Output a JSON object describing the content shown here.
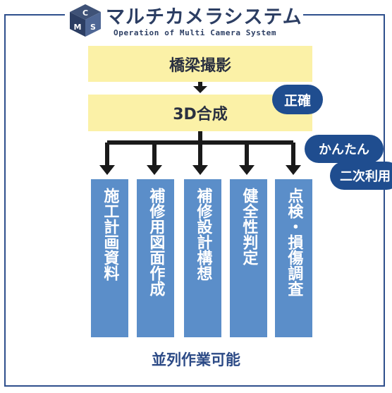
{
  "header": {
    "title": "マルチカメラシステム",
    "subtitle": "Operation of Multi Camera System",
    "logo_letters": [
      "C",
      "M",
      "S"
    ],
    "logo_color": "#2c3e63"
  },
  "flow": {
    "step1": "橋梁撮影",
    "step2": "3D合成",
    "outputs": [
      "施工計画資料",
      "補修用図面作成",
      "補修設計構想",
      "健全性判定",
      "点検・損傷調査"
    ]
  },
  "badges": {
    "accuracy": "正確",
    "easy": "かんたん",
    "reuse": "二次利用"
  },
  "footer": {
    "label": "並列作業可能"
  },
  "colors": {
    "frame": "#2e4f8c",
    "box_fill": "#fbf1a7",
    "column_fill": "#5b8ec9",
    "badge_fill": "#1f4d8f",
    "arrow": "#1a1a1a"
  }
}
